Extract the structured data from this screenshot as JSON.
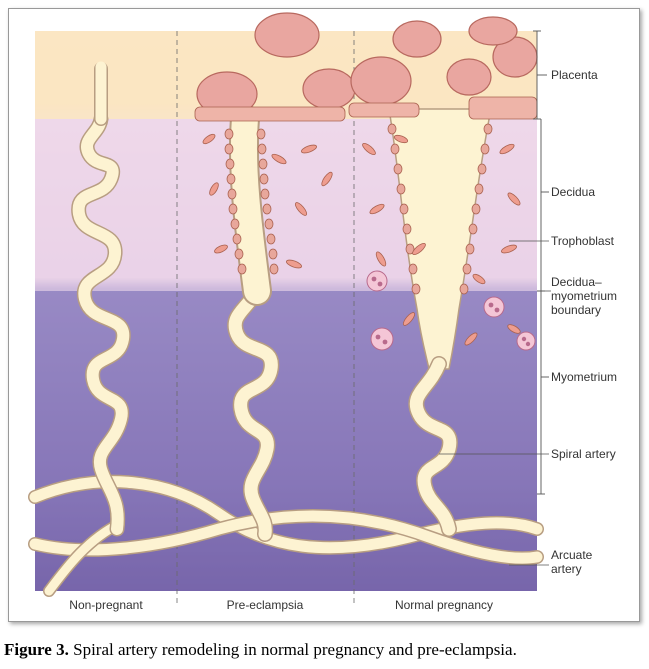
{
  "diagram": {
    "layers": [
      {
        "name": "placenta",
        "label": "Placenta",
        "color": "#fbe7c2"
      },
      {
        "name": "decidua",
        "label": "Decidua",
        "color": "#ead7ea"
      },
      {
        "name": "myometrium",
        "label": "Myometrium",
        "color": "#8f7fbf"
      }
    ],
    "labels": {
      "placenta": "Placenta",
      "decidua": "Decidua",
      "trophoblast": "Trophoblast",
      "boundary_line1": "Decidua–",
      "boundary_line2": "myometrium",
      "boundary_line3": "boundary",
      "myometrium": "Myometrium",
      "spiral_artery": "Spiral artery",
      "arcuate_line1": "Arcuate",
      "arcuate_line2": "artery"
    },
    "columns": [
      "Non-pregnant",
      "Pre-eclampsia",
      "Normal pregnancy"
    ],
    "colors": {
      "artery": "#fdf3d2",
      "artery_outline": "#b89e82",
      "cell": "#e8a79b",
      "cell_outline": "#a9614f",
      "villus": "#e9a6a0",
      "villus_outline": "#b8695f"
    }
  },
  "caption": {
    "prefix": "Figure 3.",
    "text": " Spiral artery remodeling in normal pregnancy and pre-eclampsia."
  }
}
